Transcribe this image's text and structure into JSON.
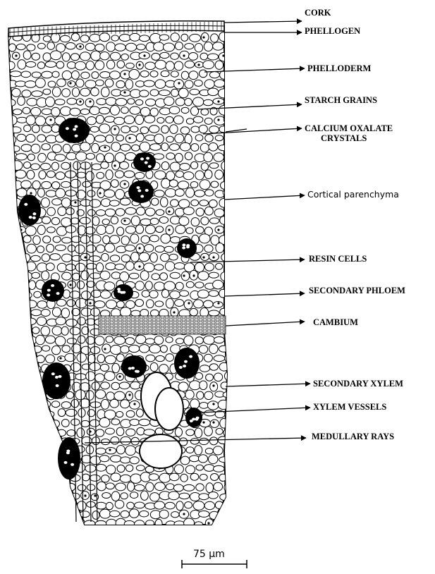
{
  "figure": {
    "labels": [
      {
        "id": "cork",
        "text": "CORK"
      },
      {
        "id": "phellogen",
        "text": "PHELLOGEN"
      },
      {
        "id": "phelloderm",
        "text": "PHELLODERM"
      },
      {
        "id": "starch-grains",
        "text": "STARCH GRAINS"
      },
      {
        "id": "calcium-oxalate-1",
        "text": "CALCIUM OXALATE"
      },
      {
        "id": "calcium-oxalate-2",
        "text": "CRYSTALS"
      },
      {
        "id": "cortical-parenchyma",
        "text": "Cortical parenchyma"
      },
      {
        "id": "resin-cells",
        "text": "RESIN CELLS"
      },
      {
        "id": "secondary-phloem",
        "text": "SECONDARY PHLOEM"
      },
      {
        "id": "cambium",
        "text": "CAMBIUM"
      },
      {
        "id": "secondary-xylem",
        "text": "SECONDARY XYLEM"
      },
      {
        "id": "xylem-vessels",
        "text": "XYLEM VESSELS"
      },
      {
        "id": "medullary-rays",
        "text": "MEDULLARY RAYS"
      }
    ],
    "scale_bar": {
      "text": "75 µm"
    }
  }
}
